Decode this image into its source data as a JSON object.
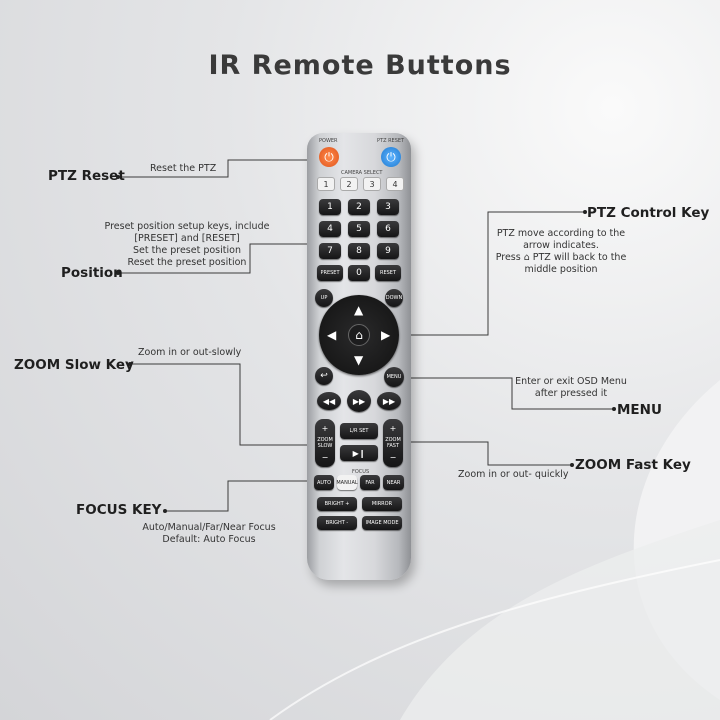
{
  "title": "IR Remote Buttons",
  "labels": {
    "ptz_reset": "PTZ Reset",
    "position": "Position",
    "zoom_slow": "ZOOM Slow Key",
    "focus": "FOCUS KEY",
    "ptz_control": "PTZ Control Key",
    "menu": "MENU",
    "zoom_fast": "ZOOM Fast Key"
  },
  "descriptions": {
    "ptz_reset": "Reset the PTZ",
    "position": [
      "Preset position setup keys, include",
      "[PRESET] and [RESET]",
      "Set the preset position",
      "Reset the preset position"
    ],
    "zoom_slow": "Zoom in or out-slowly",
    "focus": [
      "Auto/Manual/Far/Near    Focus",
      "Default: Auto Focus"
    ],
    "ptz_control": [
      "PTZ move according to the",
      "arrow indicates.",
      "Press  ⌂  PTZ will back to the",
      "middle position"
    ],
    "menu": [
      "Enter or exit OSD Menu",
      "after pressed it"
    ],
    "zoom_fast": "Zoom in or out- quickly"
  },
  "remote": {
    "power": "POWER",
    "ptz_reset": "PTZ RESET",
    "camera_select": "CAMERA SELECT",
    "cameras": [
      "1",
      "2",
      "3",
      "4"
    ],
    "digits": [
      "1",
      "2",
      "3",
      "4",
      "5",
      "6",
      "7",
      "8",
      "9"
    ],
    "preset": "PRESET",
    "zero": "0",
    "reset": "RESET",
    "up": "UP",
    "down": "DOWN",
    "menu": "MENU",
    "zoom_slow": "ZOOM SLOW",
    "lr_set": "L/R SET",
    "zoom_fast": "ZOOM FAST",
    "focus_title": "FOCUS",
    "auto": "AUTO",
    "manual": "MANUAL",
    "far": "FAR",
    "near": "NEAR",
    "bright_plus": "BRIGHT +",
    "mirror": "MIRROR",
    "bright_minus": "BRIGHT -",
    "image_mode": "IMAGE MODE"
  },
  "colors": {
    "power": "#f26a2c",
    "ptz_reset": "#2f8fe0",
    "button": "#1c1c1d",
    "remote": "#cfd1d4"
  }
}
